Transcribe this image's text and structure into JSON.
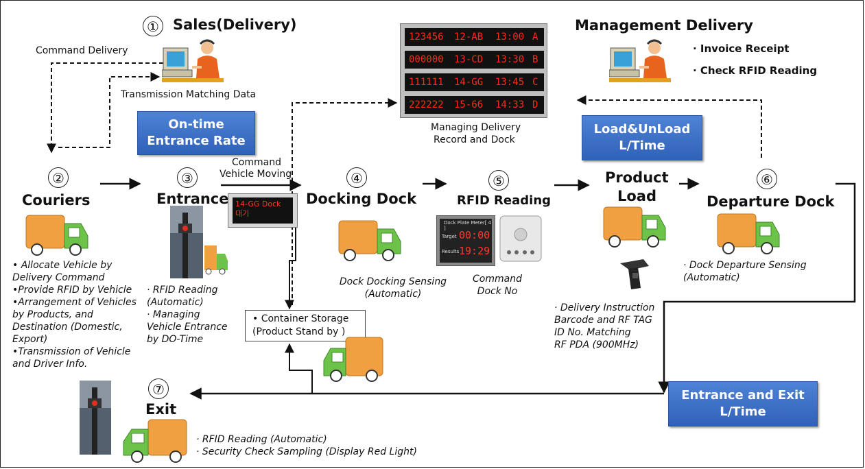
{
  "steps": {
    "s1": {
      "num": "①",
      "title": "Sales(Delivery)"
    },
    "s2": {
      "num": "②",
      "title": "Couriers"
    },
    "s3": {
      "num": "③",
      "title": "Entrance"
    },
    "s4": {
      "num": "④",
      "title": "Docking  Dock"
    },
    "s5": {
      "num": "⑤",
      "title": "RFID Reading"
    },
    "s6": {
      "num": "⑥",
      "title": "Departure Dock"
    },
    "s7": {
      "num": "⑦",
      "title": "Exit"
    },
    "product_load": {
      "line1": "Product",
      "line2": "Load"
    },
    "management": {
      "title": "Management  Delivery",
      "items": [
        "· Invoice Receipt",
        "· Check  RFID Reading"
      ]
    }
  },
  "labels": {
    "command_delivery": "Command Delivery",
    "transmission": "Transmission Matching Data",
    "command_vehicle_1": "Command",
    "command_vehicle_2": "Vehicle Moving",
    "managing_record_1": "Managing Delivery",
    "managing_record_2": "Record and Dock"
  },
  "blue_boxes": {
    "ontime": {
      "line1": "On-time",
      "line2": "Entrance Rate"
    },
    "loadunload": {
      "line1": "Load&UnLoad",
      "line2": "L/Time"
    },
    "entrance_exit": {
      "line1": "Entrance and Exit",
      "line2": "L/Time"
    }
  },
  "board": {
    "rows": [
      {
        "code": "123456",
        "plate": "12-AB",
        "time": "13:00",
        "dock": "A"
      },
      {
        "code": "000000",
        "plate": "13-CD",
        "time": "13:30",
        "dock": "B"
      },
      {
        "code": "111111",
        "plate": "14-GG",
        "time": "13:45",
        "dock": "C"
      },
      {
        "code": "222222",
        "plate": "15-66",
        "time": "14:33",
        "dock": "D"
      }
    ]
  },
  "led_sign": {
    "line1": "14-GG Dock",
    "line2": "대기"
  },
  "notes": {
    "couriers": [
      "• Allocate Vehicle by",
      "Delivery Command",
      "•Provide RFID by Vehicle",
      "•Arrangement of Vehicles",
      "by Products, and",
      "Destination (Domestic,",
      "Export)",
      "•Transmission of Vehicle",
      "and Driver Info."
    ],
    "entrance": [
      "·  RFID Reading",
      "(Automatic)",
      "·  Managing",
      "Vehicle Entrance",
      "by DO-Time"
    ],
    "docking": [
      "Dock Docking Sensing",
      "(Automatic)"
    ],
    "rfid": [
      "Command",
      "Dock  No"
    ],
    "product_load": [
      "· Delivery Instruction",
      "Barcode and RF TAG",
      "ID No.  Matching",
      "RF PDA (900MHz)"
    ],
    "departure": [
      "·  Dock Departure Sensing",
      "(Automatic)"
    ],
    "exit": [
      "· RFID Reading  (Automatic)",
      "· Security Check Sampling (Display Red Light)"
    ]
  },
  "storage": {
    "line1": "• Container Storage",
    "line2": "(Product Stand by )"
  },
  "rfid_panel": {
    "header": "Dock Plate Meter[ 4 ]",
    "row1_label": "Target",
    "row1_value": "00:00",
    "row2_label": "Results",
    "row2_value": "19:29"
  },
  "colors": {
    "truck_orange": "#f0a040",
    "truck_green": "#6dc24a",
    "blue_box": "#3a6fc8",
    "led_red": "#ff2a1a"
  }
}
